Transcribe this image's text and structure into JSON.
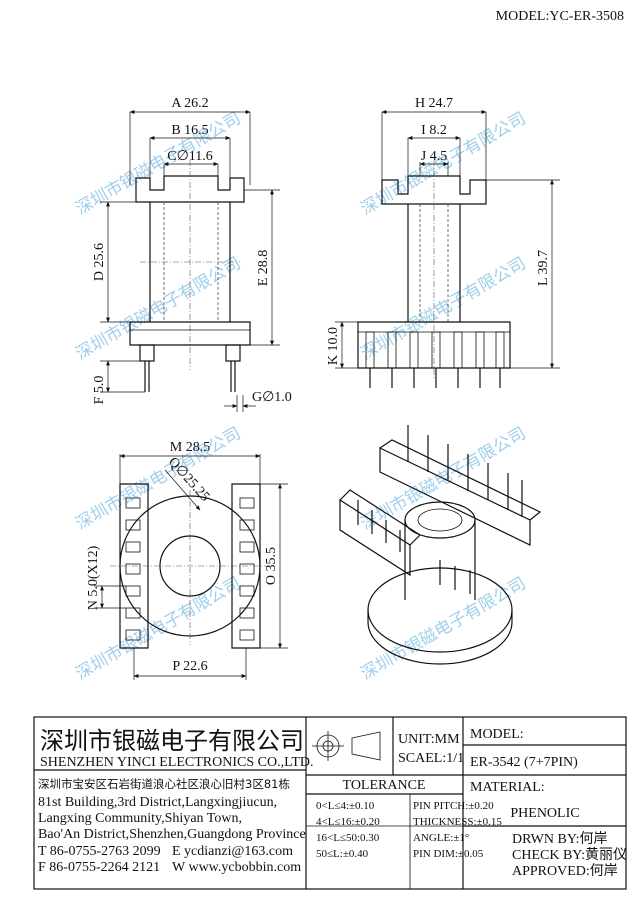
{
  "header": {
    "model_label": "MODEL:YC-ER-3508"
  },
  "dimensions": {
    "A": "A 26.2",
    "B": "B 16.5",
    "C": "C∅11.6",
    "D": "D 25.6",
    "E": "E 28.8",
    "F": "F 5.0",
    "G": "G∅1.0",
    "H": "H 24.7",
    "I": "I 8.2",
    "J": "J 4.5",
    "K": "K 10.0",
    "L": "L 39.7",
    "M": "M 28.5",
    "Q": "Q∅25.25",
    "N": "N 5.0(X12)",
    "O": "O 35.5",
    "P": "P 22.6"
  },
  "watermark_text": "深圳市银磁电子有限公司",
  "title_block": {
    "company_cn": "深圳市银磁电子有限公司",
    "company_en": "SHENZHEN YINCI ELECTRONICS CO.,LTD.",
    "address_cn": "深圳市宝安区石岩街道浪心社区浪心旧村3区81栋",
    "address_en_1": "81st Building,3rd District,Langxingjiucun,",
    "address_en_2": "Langxing Community,Shiyan Town,",
    "address_en_3": "Bao'An District,Shenzhen,Guangdong Province",
    "tel": "T 86-0755-2763 2099",
    "email": "E ycdianzi@163.com",
    "fax": "F 86-0755-2264 2121",
    "web": "W www.ycbobbin.com",
    "unit": "UNIT:MM",
    "scale": "SCAEL:1/1",
    "tolerance_title": "TOLERANCE",
    "tolerance_left": [
      "0<L≤4:±0.10",
      "4<L≤16:±0.20",
      "16<L≤50:0.30",
      "50≤L:±0.40"
    ],
    "tolerance_right": [
      "PIN PITCH:±0.20",
      "THICKNESS:±0.15",
      "ANGLE:±1°",
      "PIN DIM:±0.05"
    ],
    "model_label": "MODEL:",
    "model_value": "ER-3542 (7+7PIN)",
    "material_label": "MATERIAL:",
    "material_value": "PHENOLIC",
    "drawn_by": "DRWN BY:何岸",
    "check_by": "CHECK BY:黄丽仪",
    "approved": "APPROVED:何岸"
  }
}
